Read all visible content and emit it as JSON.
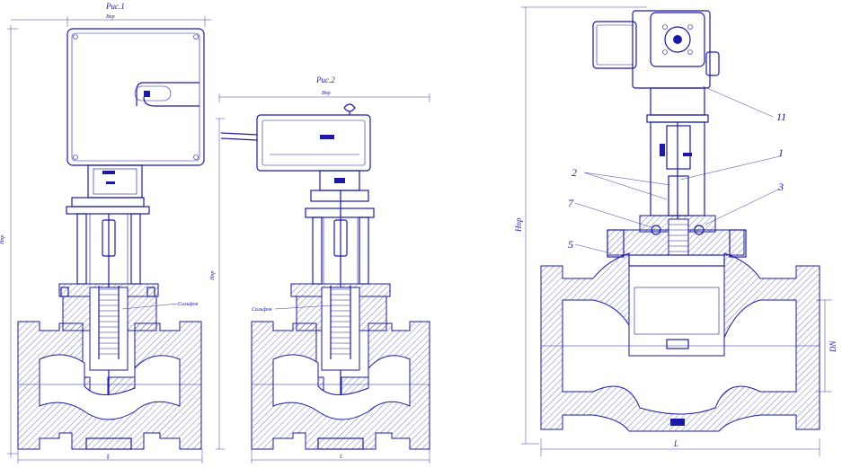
{
  "figures": {
    "fig1": {
      "title": "Рис.1",
      "width_label": "Bпр",
      "height_label": "Hпр",
      "length_label": "L",
      "part_label": "Сильфон"
    },
    "fig2": {
      "title": "Рис.2",
      "width_label": "Bпр",
      "height_label": "Hпр",
      "length_label": "L",
      "part_label": "Сильфон"
    },
    "fig3": {
      "height_label": "Hпр",
      "length_label": "L",
      "dn_label": "DN"
    }
  },
  "callouts": [
    "1",
    "2",
    "3",
    "5",
    "7",
    "11"
  ],
  "colors": {
    "line": "#1a1aa6",
    "background": "#ffffff"
  }
}
